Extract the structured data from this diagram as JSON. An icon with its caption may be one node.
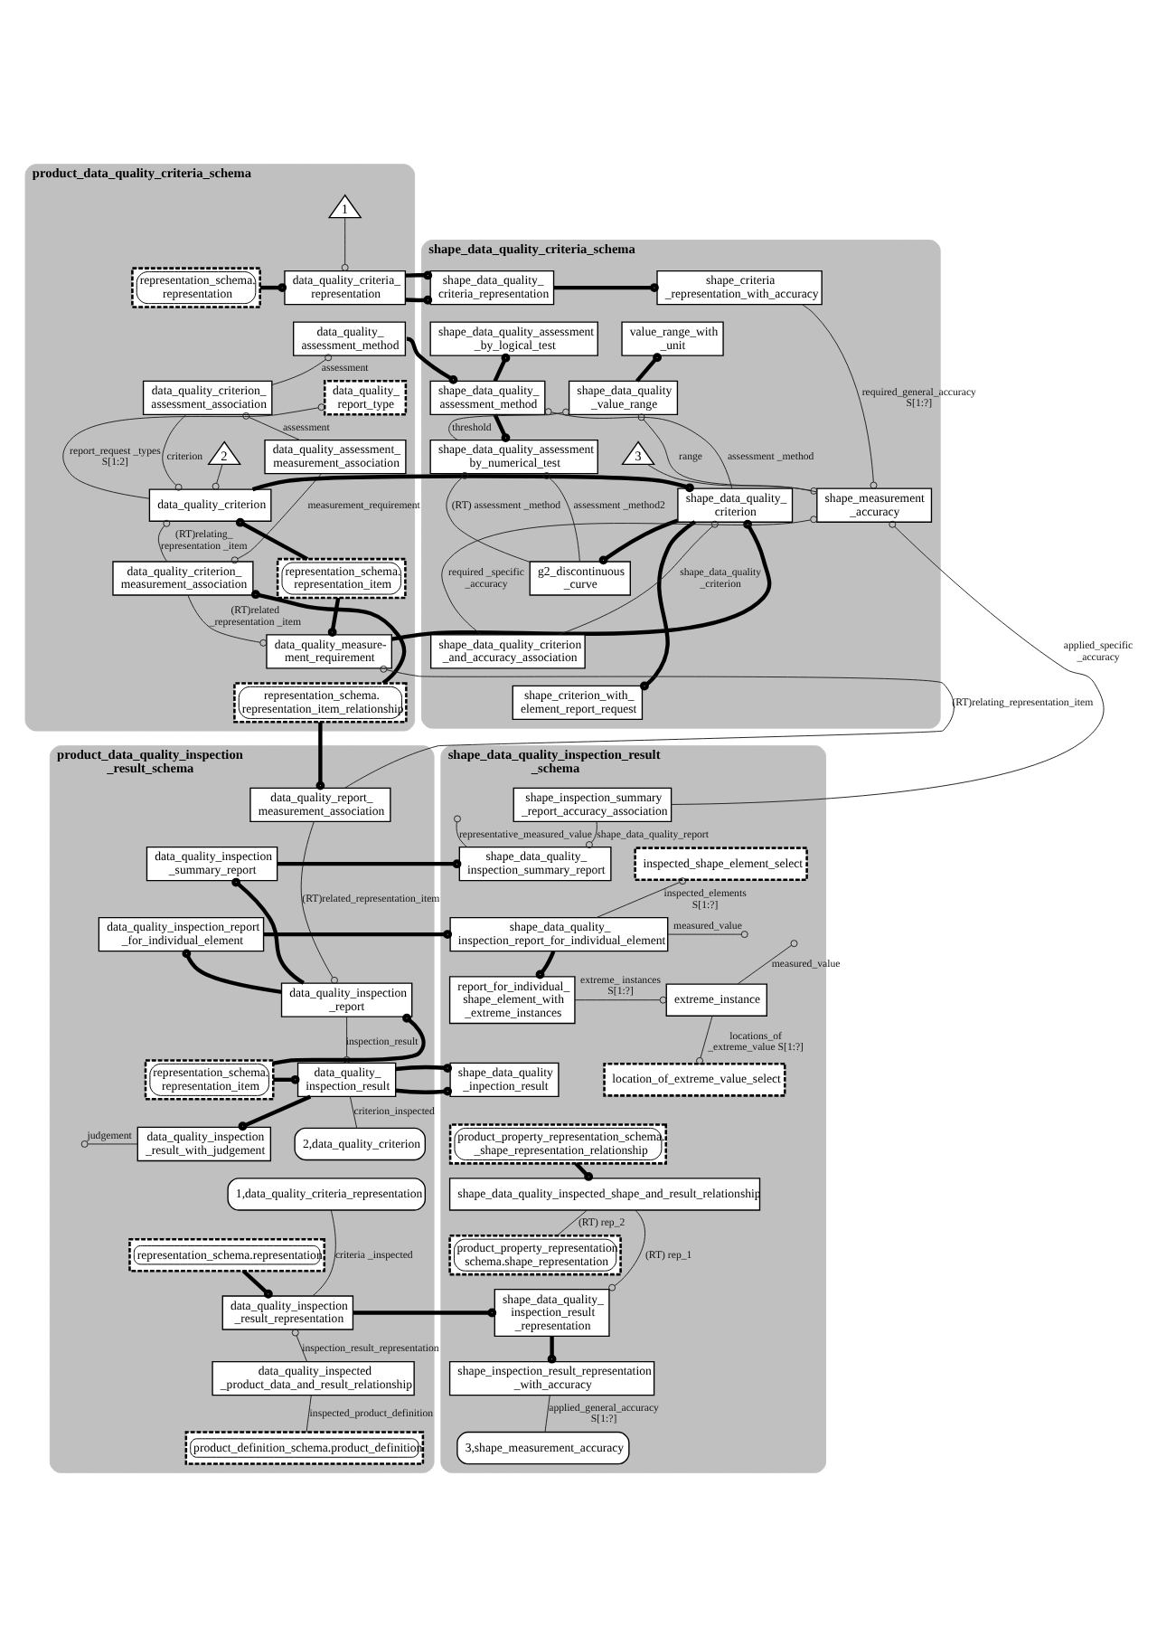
{
  "diagram": {
    "nodes": [
      {
        "text": [
          "product_data_quality_criteria_schema"
        ]
      },
      {
        "text": [
          "1"
        ],
        "in": 0
      },
      {
        "text": [
          "representation_schema. representation"
        ],
        "in": 0
      },
      {
        "text": [
          "data_quality_criteria_ representation"
        ],
        "in": 0
      },
      {
        "text": [
          "data_quality_ assessment_method"
        ],
        "in": 0
      },
      {
        "text": [
          "data_quality_criterion_ assessment_association"
        ],
        "in": 0
      },
      {
        "text": [
          "data_quality_ report_type"
        ],
        "in": 0
      },
      {
        "text": [
          "data_quality_assessment_ measurement_association"
        ],
        "in": 0
      },
      {
        "text": [
          "2"
        ],
        "in": 0
      },
      {
        "text": [
          "data_quality_criterion"
        ],
        "in": 0
      },
      {
        "text": [
          "data_quality_criterion_ measurement_association"
        ],
        "in": 0
      },
      {
        "text": [
          "representation_schema. representation_item"
        ],
        "in": 0
      },
      {
        "text": [
          "data_quality_measure- ment_requirement"
        ],
        "in": 0
      },
      {
        "text": [
          "representation_schema. representation_item_relationship"
        ],
        "in": 0
      },
      {
        "text": [
          "shape_data_quality_criteria_schema"
        ]
      },
      {
        "text": [
          "shape_data_quality_ criteria_representation"
        ],
        "in": 14
      },
      {
        "text": [
          "shape_criteria _representation_with_accuracy"
        ],
        "in": 14
      },
      {
        "text": [
          "shape_data_quality_assessment _by_logical_test"
        ],
        "in": 14
      },
      {
        "text": [
          "value_range_with _unit"
        ],
        "in": 14
      },
      {
        "text": [
          "shape_data_quality_ assessment_method"
        ],
        "in": 14
      },
      {
        "text": [
          "shape_data_quality _value_range"
        ],
        "in": 14
      },
      {
        "text": [
          "shape_data_quality_assessment by_numerical_test"
        ],
        "in": 14
      },
      {
        "text": [
          "3"
        ],
        "in": 14
      },
      {
        "text": [
          "shape_data_quality_ criterion"
        ],
        "in": 14
      },
      {
        "text": [
          "shape_measurement _accuracy"
        ],
        "in": 14
      },
      {
        "text": [
          "g2_discontinuous _curve"
        ],
        "in": 14
      },
      {
        "text": [
          "shape_data_quality_criterion _and_accuracy_association"
        ],
        "in": 14
      },
      {
        "text": [
          "shape_criterion_with_ element_report_request"
        ],
        "in": 14
      },
      {
        "text": [
          "product_data_quality_inspection _result_schema"
        ]
      },
      {
        "text": [
          "data_quality_report_ measurement_association"
        ],
        "in": 28
      },
      {
        "text": [
          "data_quality_inspection _summary_report"
        ],
        "in": 28
      },
      {
        "text": [
          "data_quality_inspection_report _for_individual_element"
        ],
        "in": 28
      },
      {
        "text": [
          "data_quality_inspection _report"
        ],
        "in": 28
      },
      {
        "text": [
          "2,data_quality_criterion"
        ],
        "in": 28
      },
      {
        "text": [
          "representation_schema. representation_item"
        ],
        "in": 28
      },
      {
        "text": [
          "data_quality_ inspection_result"
        ],
        "in": 28
      },
      {
        "text": [
          "data_quality_inspection _result_with_judgement"
        ],
        "in": 28
      },
      {
        "text": [
          "1,data_quality_criteria_representation"
        ],
        "in": 28
      },
      {
        "text": [
          "representation_schema.representation"
        ],
        "in": 28
      },
      {
        "text": [
          "data_quality_inspection _result_representation"
        ],
        "in": 28
      },
      {
        "text": [
          "data_quality_inspected _product_data_and_result_relationship"
        ],
        "in": 28
      },
      {
        "text": [
          "product_definition_schema.product_definition"
        ],
        "in": 28
      },
      {
        "text": [
          "shape_data_quality_inspection_result _schema"
        ]
      },
      {
        "text": [
          "shape_inspection_summary _report_accuracy_association"
        ],
        "in": 42
      },
      {
        "text": [
          "shape_data_quality_ inspection_summary_report"
        ],
        "in": 42
      },
      {
        "text": [
          "inspected_shape_element_select"
        ],
        "in": 42
      },
      {
        "text": [
          "shape_data_quality_ inspection_report_for_individual_element"
        ],
        "in": 42
      },
      {
        "text": [
          "report_for_individual_ shape_element_with _extreme_instances"
        ],
        "in": 42
      },
      {
        "text": [
          "extreme_instance"
        ],
        "in": 42
      },
      {
        "text": [
          "shape_data_quality _inpection_result"
        ],
        "in": 42
      },
      {
        "text": [
          "location_of_extreme_value_select"
        ],
        "in": 42
      },
      {
        "text": [
          "product_property_representation_schema. _shape_representation_relationship"
        ],
        "in": 42
      },
      {
        "text": [
          "shape_data_quality_inspected_shape_and_result_relationship"
        ],
        "in": 42
      },
      {
        "text": [
          "shape_data_quality_ inspection_result _representation"
        ],
        "in": 42
      },
      {
        "text": [
          "product_property_representation schema.shape_representation"
        ],
        "in": 42
      },
      {
        "text": [
          "shape_inspection_result_representation _with_accuracy"
        ],
        "in": 42
      },
      {
        "text": [
          "3,shape_measurement_accuracy"
        ],
        "in": 42
      }
    ],
    "edges": [
      {
        "from": 1,
        "to": 3,
        "arrow": "other"
      },
      {
        "from": 2,
        "to": 3,
        "arrow": "other",
        "style": "thick"
      },
      {
        "from": 3,
        "to": 15,
        "arrow": "other",
        "style": "thick"
      },
      {
        "from": 15,
        "to": 16,
        "arrow": "other",
        "style": "thick"
      },
      {
        "from": 5,
        "to": 4,
        "arrow": "other",
        "label": "assessment"
      },
      {
        "from": 4,
        "to": 19,
        "arrow": "other",
        "style": "thick"
      },
      {
        "from": 5,
        "to": 9,
        "arrow": "other",
        "label": "criterion"
      },
      {
        "from": 7,
        "to": 5,
        "arrow": "other",
        "label": "assessment"
      },
      {
        "from": 9,
        "to": 6,
        "arrow": "other",
        "label": "report_request _types S[1:2]"
      },
      {
        "from": 8,
        "to": 9,
        "arrow": "other"
      },
      {
        "from": 7,
        "to": 10,
        "arrow": "other",
        "label": "measurement_requirement"
      },
      {
        "from": 10,
        "to": 9,
        "arrow": "other",
        "label": "(RT)relating_ representation _item"
      },
      {
        "from": 11,
        "to": 9,
        "arrow": "other",
        "style": "thick"
      },
      {
        "from": 9,
        "to": 23,
        "arrow": "other",
        "style": "thick"
      },
      {
        "from": 11,
        "to": 12,
        "arrow": "other",
        "style": "thick"
      },
      {
        "from": 10,
        "to": 12,
        "arrow": "other",
        "label": "(RT)related _representation _item"
      },
      {
        "from": 12,
        "to": 23,
        "arrow": "other",
        "style": "thick"
      },
      {
        "from": 13,
        "to": 10,
        "arrow": "other",
        "style": "thick"
      },
      {
        "from": 13,
        "to": 29,
        "arrow": "other",
        "style": "thick"
      },
      {
        "from": 29,
        "to": 12,
        "arrow": "other",
        "label": "(RT)relating_representation_item"
      },
      {
        "from": 19,
        "to": 17,
        "arrow": "other",
        "style": "thick"
      },
      {
        "from": 19,
        "to": 21,
        "arrow": "other",
        "style": "thick"
      },
      {
        "from": 20,
        "to": 18,
        "arrow": "other",
        "style": "thick"
      },
      {
        "from": 21,
        "to": 20,
        "arrow": "other",
        "label": "threshold"
      },
      {
        "from": 23,
        "to": 19,
        "arrow": "other",
        "label": "assessment _method"
      },
      {
        "from": 22,
        "to": 24,
        "arrow": "other"
      },
      {
        "from": 24,
        "to": 20,
        "arrow": "other",
        "label": "range"
      },
      {
        "from": 16,
        "to": 24,
        "arrow": "other",
        "label": "required_general_accuracy S[1:?]"
      },
      {
        "from": 25,
        "to": 21,
        "arrow": "other",
        "label": "(RT) assessment _method"
      },
      {
        "from": 25,
        "to": 21,
        "arrow": "other",
        "label": "assessment _method2"
      },
      {
        "from": 23,
        "to": 25,
        "arrow": "other",
        "style": "thick"
      },
      {
        "from": 23,
        "to": 27,
        "arrow": "other",
        "style": "thick"
      },
      {
        "from": 26,
        "to": 23,
        "arrow": "other",
        "label": "shape_data_quality _criterion"
      },
      {
        "from": 26,
        "to": 24,
        "arrow": "other",
        "label": "required _specific _accuracy"
      },
      {
        "from": 43,
        "to": 24,
        "arrow": "other",
        "label": "applied_specific _accuracy"
      },
      {
        "from": 29,
        "to": 32,
        "arrow": "other",
        "label": "(RT)related_representation_item"
      },
      {
        "from": 32,
        "to": 30,
        "arrow": "other",
        "style": "thick"
      },
      {
        "from": 32,
        "to": 31,
        "arrow": "other",
        "style": "thick"
      },
      {
        "from": 30,
        "to": 44,
        "arrow": "other",
        "style": "thick"
      },
      {
        "from": 31,
        "to": 46,
        "arrow": "other",
        "style": "thick"
      },
      {
        "from": 34,
        "to": 32,
        "arrow": "other",
        "style": "thick"
      },
      {
        "from": 32,
        "to": 35,
        "arrow": "other",
        "label": "inspection_result"
      },
      {
        "from": 35,
        "to": 33,
        "arrow": "none",
        "label": "criterion_inspected"
      },
      {
        "from": 34,
        "to": 35,
        "arrow": "other",
        "style": "thick"
      },
      {
        "from": 35,
        "to": 36,
        "arrow": "other",
        "style": "thick"
      },
      {
        "from": 36,
        "to": null,
        "arrow": "other",
        "label": "judgement"
      },
      {
        "from": 39,
        "to": 37,
        "arrow": "none",
        "label": "criteria _inspected"
      },
      {
        "from": 38,
        "to": 39,
        "arrow": "other",
        "style": "thick"
      },
      {
        "from": 40,
        "to": 39,
        "arrow": "other",
        "label": "inspection_result_representation"
      },
      {
        "from": 40,
        "to": 41,
        "arrow": "none",
        "label": "inspected_product_definition"
      },
      {
        "from": 39,
        "to": 53,
        "arrow": "other",
        "style": "thick"
      },
      {
        "from": 35,
        "to": 49,
        "arrow": "other",
        "style": "thick"
      },
      {
        "from": 43,
        "to": 44,
        "arrow": "other",
        "label": "shape_data_quality_report"
      },
      {
        "from": 44,
        "to": null,
        "arrow": "other",
        "label": "representative_measured_value"
      },
      {
        "from": 46,
        "to": 45,
        "arrow": "other",
        "label": "inspected_elements S[1:?]"
      },
      {
        "from": 46,
        "to": null,
        "arrow": "other",
        "label": "measured_value"
      },
      {
        "from": 46,
        "to": 47,
        "arrow": "other",
        "style": "thick"
      },
      {
        "from": 47,
        "to": 48,
        "arrow": "other",
        "label": "extreme_ instances S[1:?]"
      },
      {
        "from": 48,
        "to": null,
        "arrow": "other",
        "label": "measured_value"
      },
      {
        "from": 48,
        "to": 50,
        "arrow": "other",
        "label": "locations_of _extreme_value S[1:?]"
      },
      {
        "from": 51,
        "to": 52,
        "arrow": "other",
        "style": "thick"
      },
      {
        "from": 52,
        "to": 53,
        "arrow": "other",
        "label": "(RT) rep_1"
      },
      {
        "from": 52,
        "to": 54,
        "arrow": "none",
        "label": "(RT) rep_2"
      },
      {
        "from": 53,
        "to": 55,
        "arrow": "other",
        "style": "thick"
      },
      {
        "from": 55,
        "to": 56,
        "arrow": "none",
        "label": "applied_general_accuracy S[1:?]"
      }
    ]
  }
}
